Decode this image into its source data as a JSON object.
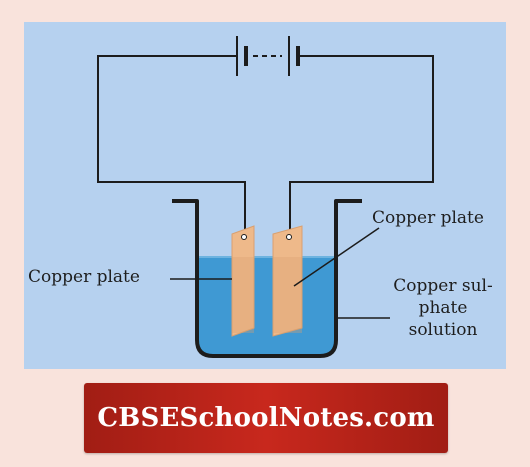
{
  "diagram": {
    "labels": {
      "left_plate": "Copper plate",
      "right_plate": "Copper plate",
      "solution_line1": "Copper sul-",
      "solution_line2": "phate",
      "solution_line3": "solution"
    },
    "colors": {
      "panel_background": "#b6d1ef",
      "solution": "#3f99d3",
      "copper_plate": "#eeb98a",
      "wire": "#1c1c1c"
    }
  },
  "banner": {
    "text": "CBSESchoolNotes.com",
    "color": "#b52219"
  }
}
